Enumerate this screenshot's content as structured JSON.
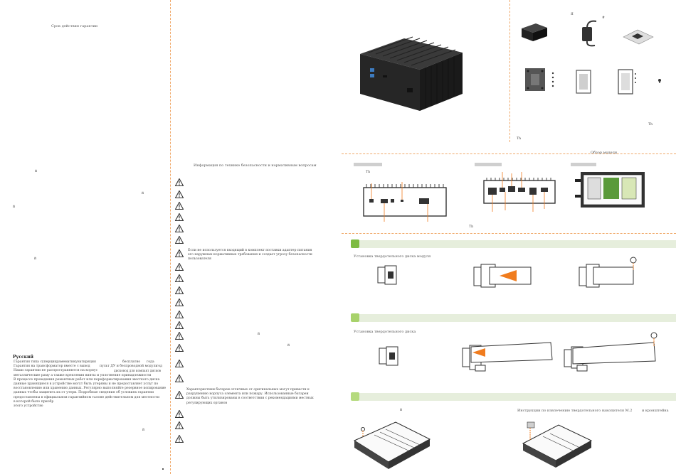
{
  "left": {
    "warranty_title": "Срок действия гарантии",
    "russian_heading": "Русский",
    "para_lines": [
      "Гарантия типа суперцикрамематикунатиряция",
      "Гарантия на трансформатор вместе с вывод",
      "Наши гарантии не распространяются на корпус",
      "металлические раму а также крепления винты и уплотнение принадлежности",
      "В процессе проведения ремонтных работ или переформатирования жесткого диска",
      "данные хранящиеся в устройстве могут быть утеряны и не предоставляет услуг по",
      "восстановлению или хранению данных. Регулярно выполняйте резервное копирование",
      "данных чтобы защитить их от утери. Подробные сведения об условиях гарантии",
      "предоставлены в официальном гарантийном талоне действительном для местности",
      "в которой было приобр",
      "этого устройство"
    ],
    "inline_words": [
      "бесплатно",
      "года",
      "пульт ДУ и беспроводной модуль",
      "год",
      "дисковод для компакт дисков"
    ]
  },
  "middle": {
    "safety_title": "Информация по технике безопасности и нормативным вопросам",
    "safety_lines": [
      "Если не используется входящий в комплект поставки адаптер питания",
      "его наружных нормативные требования и создает угрозу безопасности",
      "пользователя"
    ],
    "battery_lines": [
      "Характеристики батареи отличные от оригинальных могут привести к",
      "разрушению корпуса элемента или пожару. Использованные батареи",
      "должны быть утилизированы в соответствии с рекомендациями местных",
      "регулирующих органов"
    ]
  },
  "right": {
    "overview_title": "Обзор модели",
    "step1_caption": "Установка твердотельного диска модуля",
    "step2_caption": "Установка твердотельного диска",
    "step3_caption": "Инструкции по извлечению твердотельного накопителя M.2",
    "step3_caption_tail": "и кронштейна",
    "step_colors": [
      "#7dbb42",
      "#a8d26b",
      "#b5da7e"
    ],
    "accent": "#f0a868",
    "callout": "#f07c1e"
  }
}
